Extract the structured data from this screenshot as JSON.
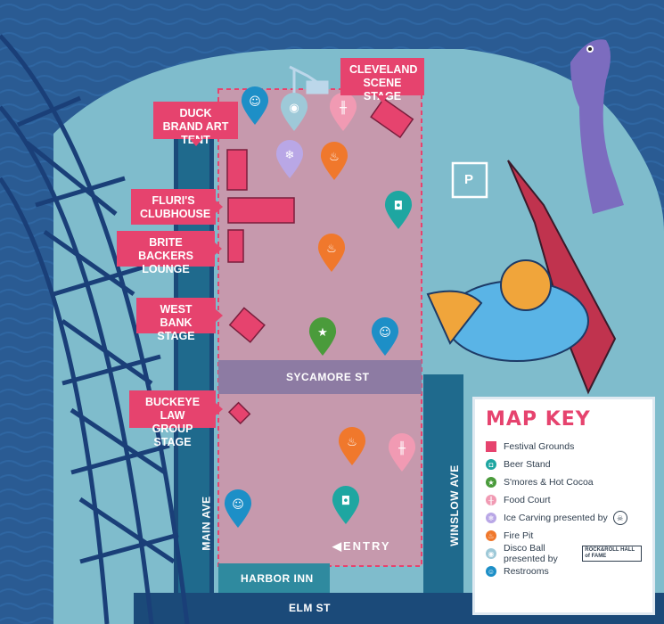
{
  "callouts": {
    "cleveland_scene": "CLEVELAND SCENE STAGE",
    "duck_brand": "DUCK BRAND ART TENT",
    "fluris": "FLURI'S CLUBHOUSE",
    "brite_backers": "BRITE BACKERS LOUNGE",
    "west_bank": "WEST BANK STAGE",
    "buckeye_law": "BUCKEYE LAW GROUP STAGE"
  },
  "streets": {
    "sycamore": "SYCAMORE ST",
    "main_ave": "MAIN AVE",
    "winslow_ave": "WINSLOW AVE",
    "elm_st": "ELM ST",
    "harbor_inn": "HARBOR INN"
  },
  "entry_label": "ENTRY",
  "parking_label": "P",
  "key": {
    "title": "MAP KEY",
    "items": [
      {
        "label": "Festival Grounds",
        "color": "#e6436e",
        "icon": "square-icon"
      },
      {
        "label": "Beer Stand",
        "color": "#1ea6a1",
        "icon": "mug-icon"
      },
      {
        "label": "S'mores & Hot Cocoa",
        "color": "#4a9b3b",
        "icon": "star-icon"
      },
      {
        "label": "Food Court",
        "color": "#f19ab3",
        "icon": "fork-knife-icon"
      },
      {
        "label": "Ice Carving presented by",
        "color": "#b9a7e6",
        "icon": "snowflake-icon"
      },
      {
        "label": "Fire Pit",
        "color": "#f0782c",
        "icon": "flame-icon"
      },
      {
        "label": "Disco Ball presented by",
        "color": "#9ec9d8",
        "icon": "disco-ball-icon"
      },
      {
        "label": "Restrooms",
        "color": "#1d8fc7",
        "icon": "restroom-icon"
      }
    ],
    "sponsor_disco": "ROCK&ROLL HALL of FAME"
  }
}
